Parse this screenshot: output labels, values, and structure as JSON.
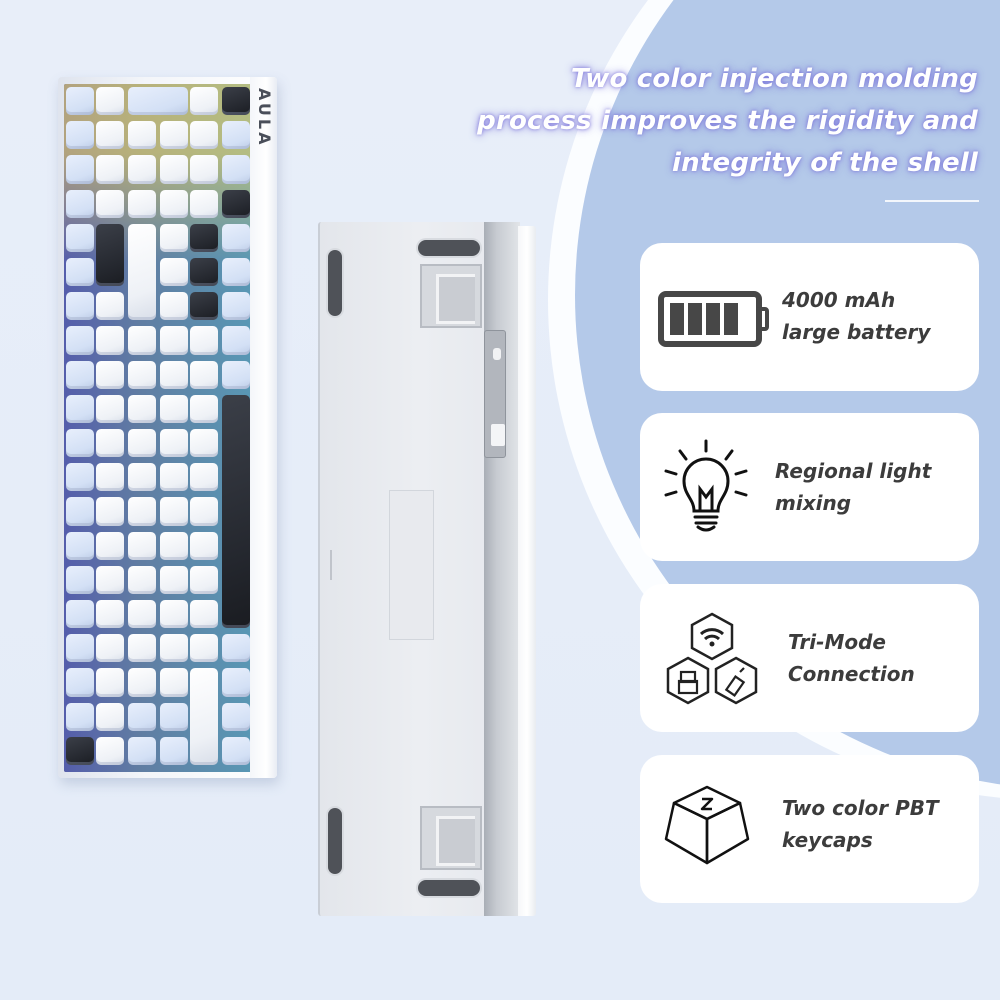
{
  "headline": {
    "line1": "Two color injection molding",
    "line2": "process improves the rigidity and",
    "line3": "integrity of the shell"
  },
  "keyboard": {
    "brand_logo": "AULA",
    "views": [
      "front-top-view",
      "bottom-view"
    ]
  },
  "features": [
    {
      "icon": "battery-icon",
      "line1": "4000 mAh",
      "line2": "large battery"
    },
    {
      "icon": "lightbulb-icon",
      "line1": "Regional light",
      "line2": "mixing"
    },
    {
      "icon": "tri-mode-connection-icon",
      "line1": "Tri-Mode",
      "line2": "Connection"
    },
    {
      "icon": "keycap-icon",
      "line1": "Two color PBT",
      "line2": "keycaps",
      "keycap_letter": "Z"
    }
  ],
  "colors": {
    "background": "#e6edf9",
    "circle_blue": "#b4c9e9",
    "card": "#ffffff",
    "card_text": "#3c3c3c",
    "headline_text": "#ffffff",
    "headline_glow": "#786edc"
  }
}
